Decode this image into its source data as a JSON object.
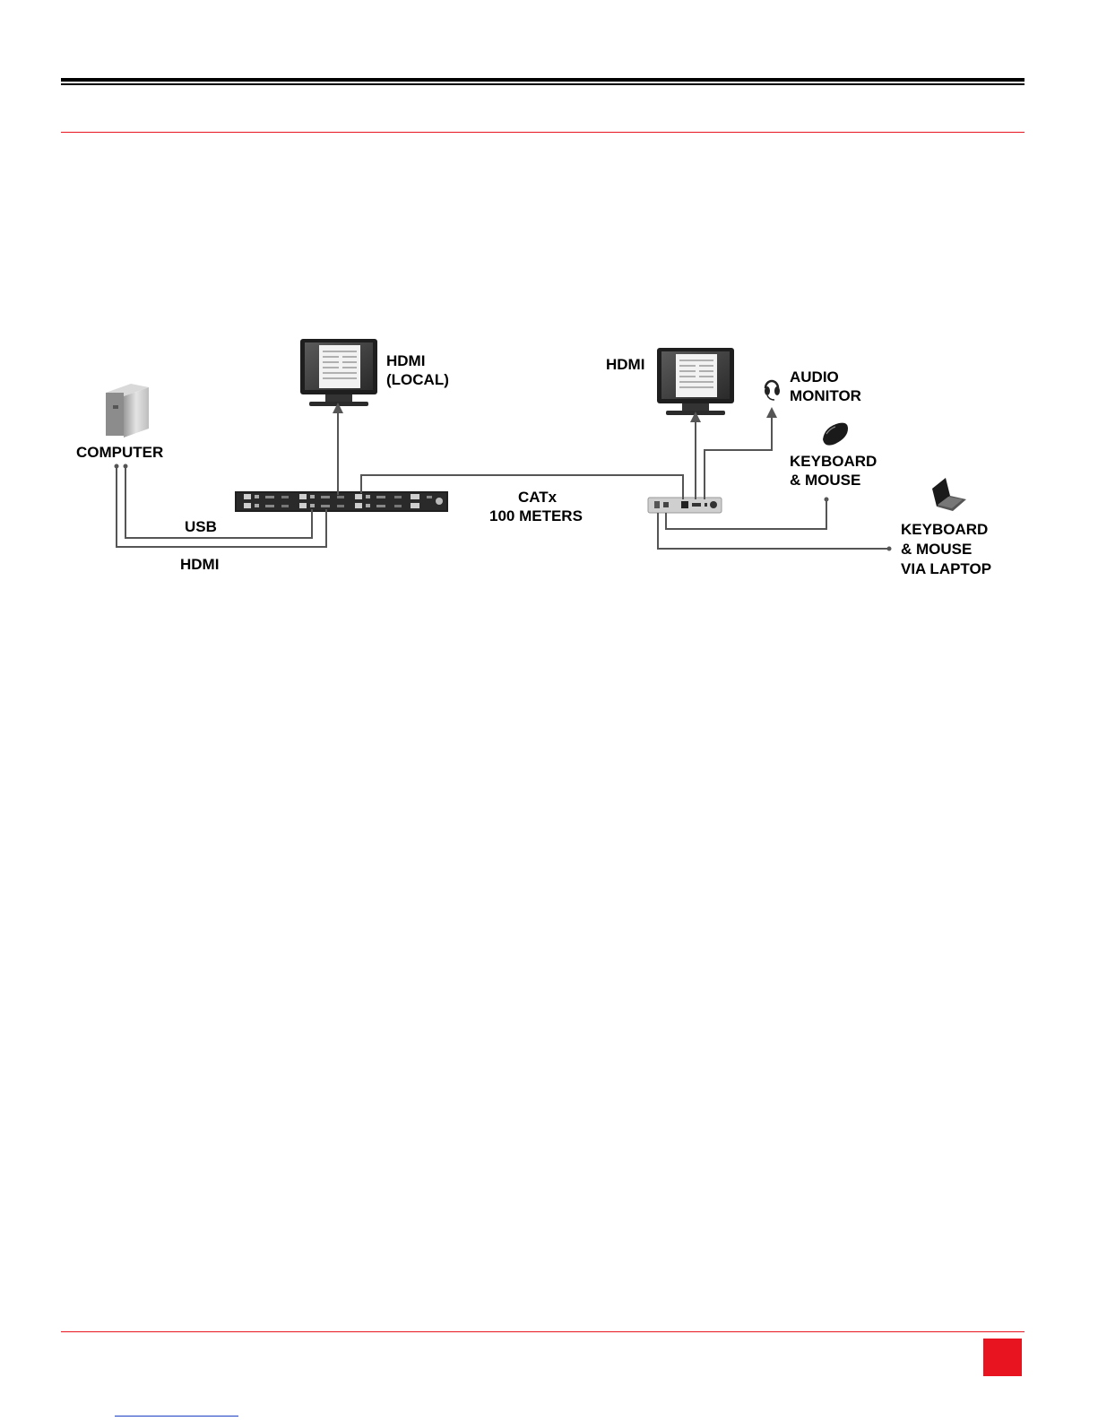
{
  "labels": {
    "computer": "COMPUTER",
    "usb": "USB",
    "hdmi_bottom": "HDMI",
    "hdmi_local_1": "HDMI",
    "hdmi_local_2": "(LOCAL)",
    "hdmi_remote": "HDMI",
    "catx_1": "CATx",
    "catx_2": "100 METERS",
    "audio_1": "AUDIO",
    "audio_2": "MONITOR",
    "kbm_1": "KEYBOARD",
    "kbm_2": "& MOUSE",
    "laptop_1": "KEYBOARD",
    "laptop_2": "& MOUSE",
    "laptop_3": "VIA LAPTOP"
  },
  "colors": {
    "accent_red": "#e8141f",
    "cable": "#555555",
    "link_blue": "#1a3fc2"
  },
  "icons": [
    "computer-tower-icon",
    "monitor-icon",
    "headset-icon",
    "mouse-icon",
    "laptop-icon",
    "transmitter-unit",
    "receiver-unit"
  ]
}
